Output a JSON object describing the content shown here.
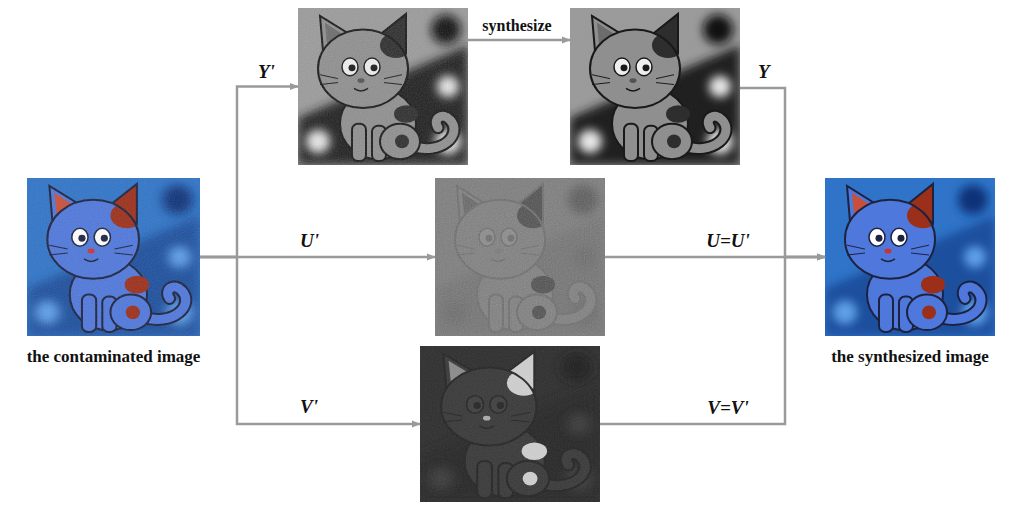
{
  "diagram": {
    "nodes": [
      {
        "text": [
          "the contaminated image"
        ]
      },
      {
        "text": [
          "Y'"
        ]
      },
      {
        "text": [
          "Y"
        ]
      },
      {
        "text": [
          "U'"
        ]
      },
      {
        "text": [
          "V'"
        ]
      },
      {
        "text": [
          "the synthesized image"
        ]
      }
    ],
    "edges": [
      {
        "from": 0,
        "to": 1,
        "arrow": "to"
      },
      {
        "from": 0,
        "to": 3,
        "arrow": "to"
      },
      {
        "from": 0,
        "to": 4,
        "arrow": "to"
      },
      {
        "from": 1,
        "to": 2,
        "arrow": "to",
        "label": "synthesize"
      },
      {
        "from": 2,
        "to": 5,
        "arrow": "to"
      },
      {
        "from": 3,
        "to": 5,
        "arrow": "to",
        "label": "U=U'"
      },
      {
        "from": 4,
        "to": 5,
        "arrow": "to",
        "label": "V=V'"
      }
    ]
  }
}
